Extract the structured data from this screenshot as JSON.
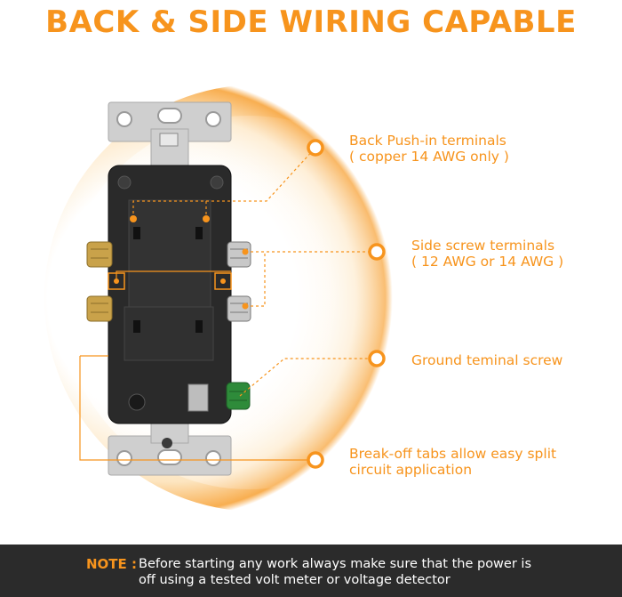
{
  "title": "BACK & SIDE WIRING CAPABLE",
  "callouts": [
    {
      "line1": "Back Push-in terminals",
      "line2": "( copper 14 AWG only )"
    },
    {
      "line1": "Side screw terminals",
      "line2": "( 12 AWG or 14 AWG )"
    },
    {
      "line1": "Ground teminal screw",
      "line2": ""
    },
    {
      "line1": "Break-off tabs allow easy split",
      "line2": "circuit application"
    }
  ],
  "note": {
    "label": "NOTE :",
    "line1": "Before starting any work always make sure that the power is",
    "line2": "off using a tested volt meter or voltage detector"
  },
  "colors": {
    "accent": "#f7941d",
    "body": "#2a2a2a",
    "plate": "#d4d4d4",
    "note_bg": "#2b2b2b",
    "ground_screw": "#2e8b3a",
    "brass": "#c9a24a"
  }
}
